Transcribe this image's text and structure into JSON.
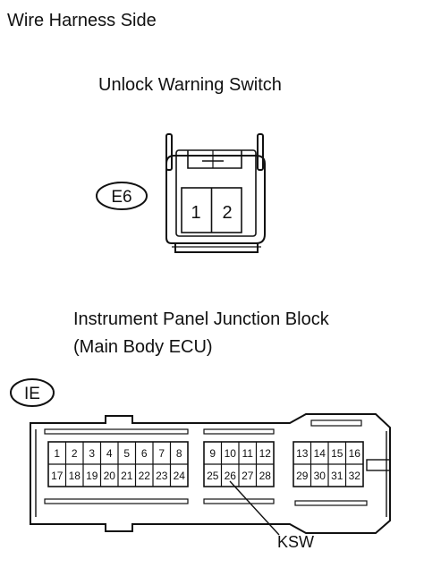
{
  "header": {
    "title": "Wire Harness Side"
  },
  "switch_connector": {
    "title": "Unlock Warning Switch",
    "code": "E6",
    "pins": [
      "1",
      "2"
    ]
  },
  "ecu_connector": {
    "title_line1": "Instrument Panel Junction Block",
    "title_line2": "(Main Body ECU)",
    "code": "IE",
    "pins_top_left": [
      "1",
      "2",
      "3",
      "4",
      "5",
      "6",
      "7",
      "8"
    ],
    "pins_bottom_left": [
      "17",
      "18",
      "19",
      "20",
      "21",
      "22",
      "23",
      "24"
    ],
    "pins_top_mid": [
      "9",
      "10",
      "11",
      "12"
    ],
    "pins_bottom_mid": [
      "25",
      "26",
      "27",
      "28"
    ],
    "pins_top_right": [
      "13",
      "14",
      "15",
      "16"
    ],
    "pins_bottom_right": [
      "29",
      "30",
      "31",
      "32"
    ],
    "callout_label": "KSW"
  }
}
